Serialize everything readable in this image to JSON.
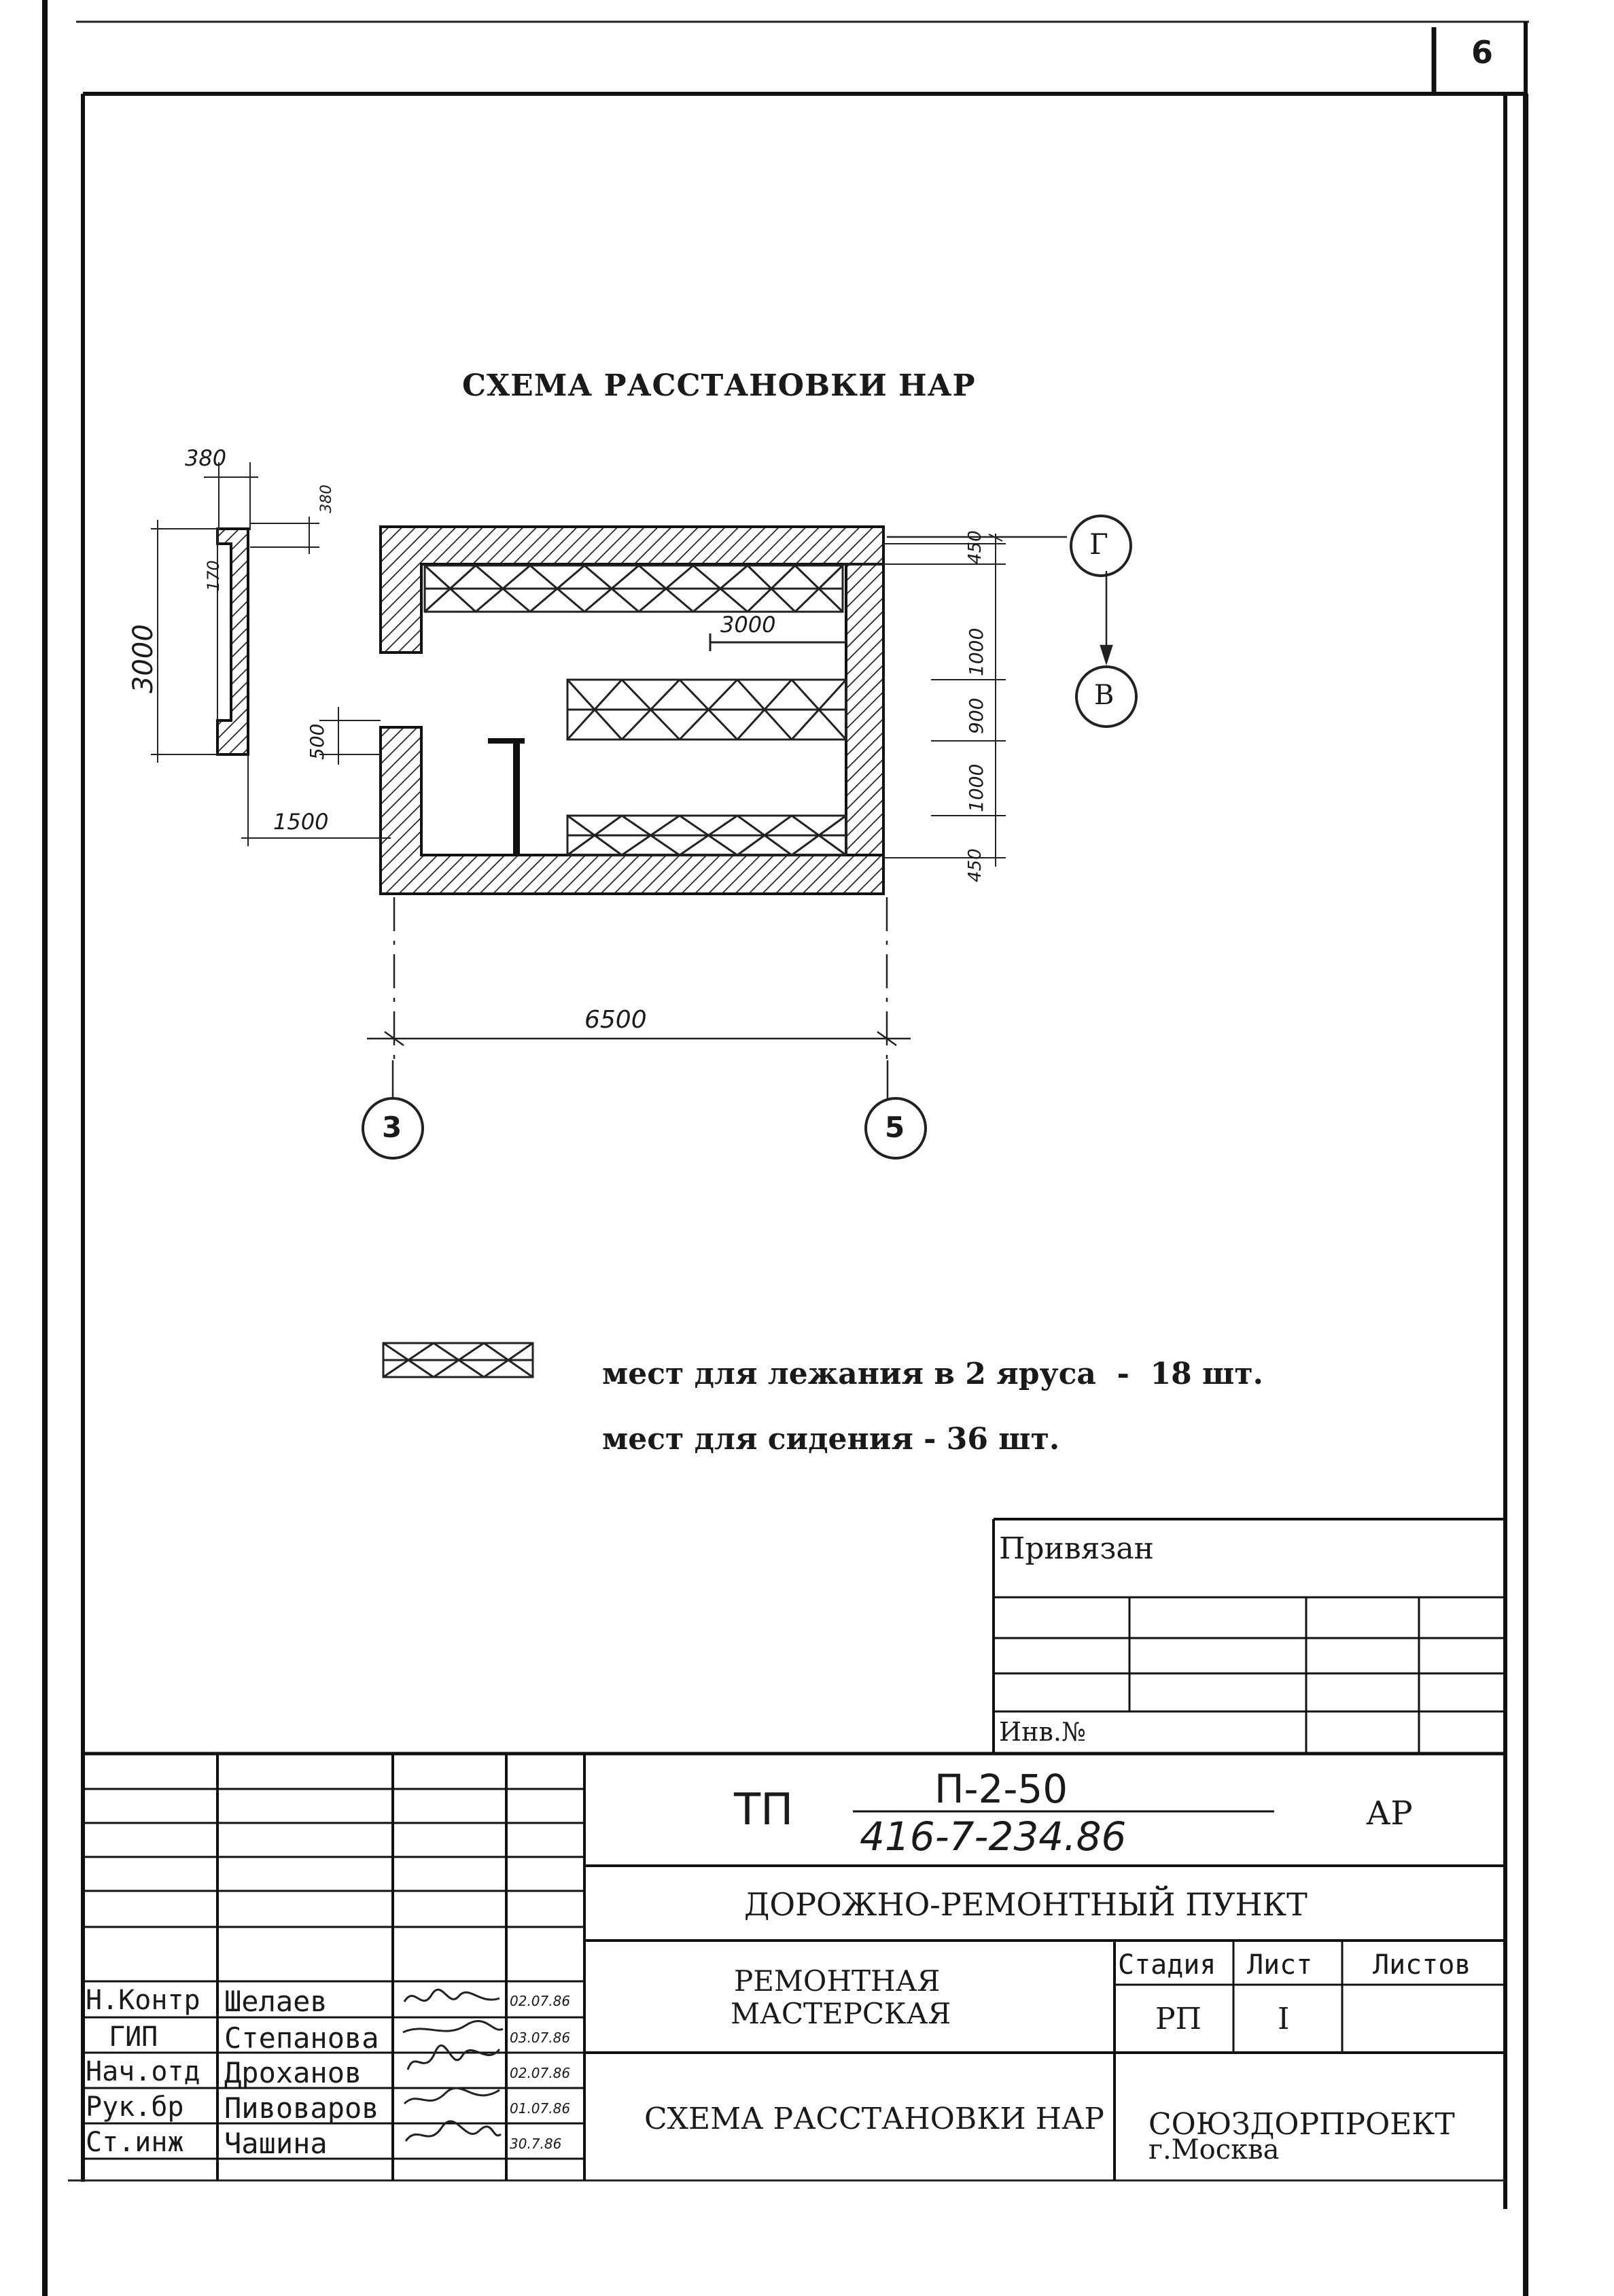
{
  "sheet_number": "6",
  "drawing": {
    "title": "СХЕМА РАССТАНОВКИ НАР",
    "dimensions": {
      "wall_thickness": "380",
      "wall_top_380": "380",
      "wall_170": "170",
      "wall_height": "3000",
      "bunk_length": "3000",
      "opening_500": "500",
      "offset_1500": "1500",
      "span_6500": "6500",
      "right_450_top": "450",
      "right_1000_a": "1000",
      "right_900": "900",
      "right_1000_b": "1000",
      "right_450_bottom": "450"
    },
    "axes": {
      "grid_3": "3",
      "grid_5": "5",
      "grid_g": "Г",
      "grid_v": "В"
    }
  },
  "legend": {
    "line1": "мест для лежания в 2 яруса  -  18 шт.",
    "line2": "мест для сидения - 36 шт."
  },
  "stamp": {
    "privyazan_label": "Привязан",
    "inv_label": "Инв.№",
    "code_prefix": "ТП",
    "code_numerator": "П-2-50",
    "code_denominator": "416-7-234.86",
    "code_suffix": "АР",
    "project_name": "ДОРОЖНО-РЕМОНТНЫЙ ПУНКТ",
    "object_name_line1": "РЕМОНТНАЯ",
    "object_name_line2": "МАСТЕРСКАЯ",
    "stage_header": "Стадия",
    "sheet_header": "Лист",
    "sheets_header": "Листов",
    "stage_value": "РП",
    "sheet_value": "I",
    "sheet_title": "СХЕМА РАССТАНОВКИ НАР",
    "org_line1": "СОЮЗДОРПРОЕКТ",
    "org_line2": "г.Москва",
    "signatures": [
      {
        "role": "Н.Контр",
        "name": "Шелаев",
        "date": "02.07.86"
      },
      {
        "role": "ГИП",
        "name": "Степанова",
        "date": "03.07.86"
      },
      {
        "role": "Нач.отд",
        "name": "Дроханов",
        "date": "02.07.86"
      },
      {
        "role": "Рук.бр",
        "name": "Пивоваров",
        "date": "01.07.86"
      },
      {
        "role": "Ст.инж",
        "name": "Чашина",
        "date": "30.7.86"
      }
    ]
  }
}
